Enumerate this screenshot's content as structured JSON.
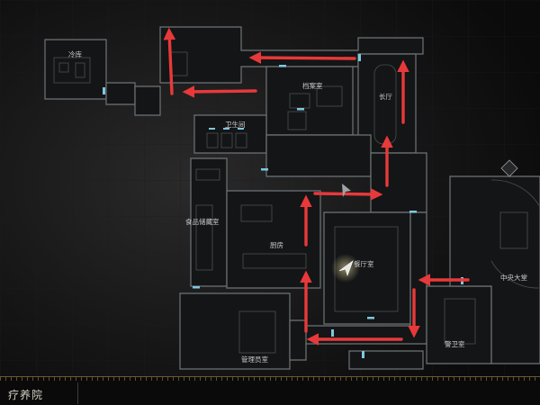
{
  "map": {
    "location_name": "疗养院",
    "rooms": {
      "cold_storage": "冷库",
      "archive_room": "档案室",
      "hall": "长厅",
      "restroom": "卫生间",
      "food_storage": "食品储藏室",
      "kitchen": "厨房",
      "dining_room": "餐厅室",
      "central_hall": "中央大堂",
      "guard_room": "警卫室",
      "admin_office": "管理员室"
    },
    "player_marker": "player-location-icon",
    "route_color": "#e8393a",
    "map_line_color": "#6f7478",
    "door_color": "#7fc7e0"
  }
}
